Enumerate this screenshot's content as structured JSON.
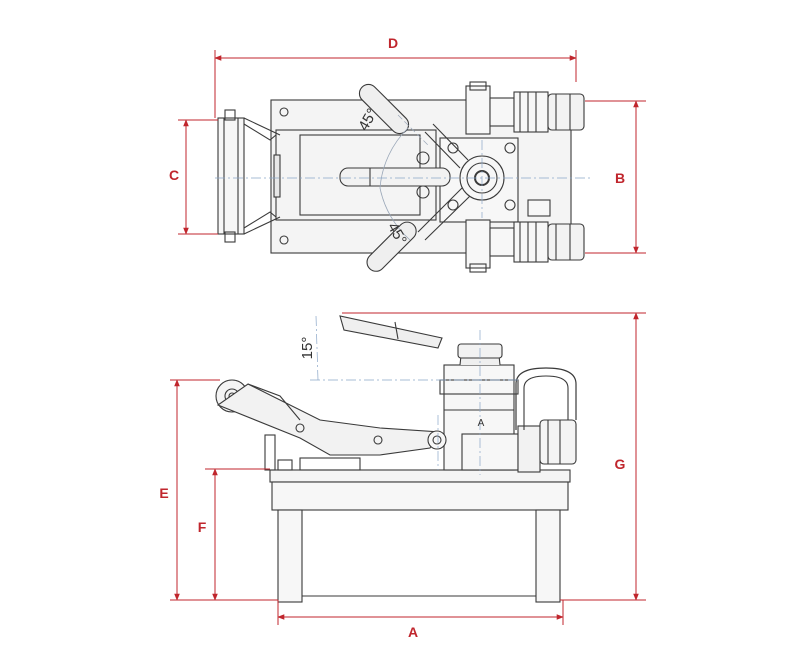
{
  "dimensions": {
    "a": "A",
    "b": "B",
    "c": "C",
    "d": "D",
    "e": "E",
    "f": "F",
    "g": "G"
  },
  "angles": {
    "top_upper": "45°",
    "top_lower": "45°",
    "side": "15°"
  },
  "part_label": "A",
  "colors": {
    "dimension": "#c0262d",
    "outline": "#3a3a3a",
    "centerline": "#8aa6c8",
    "fill": "#f2f2f2"
  }
}
